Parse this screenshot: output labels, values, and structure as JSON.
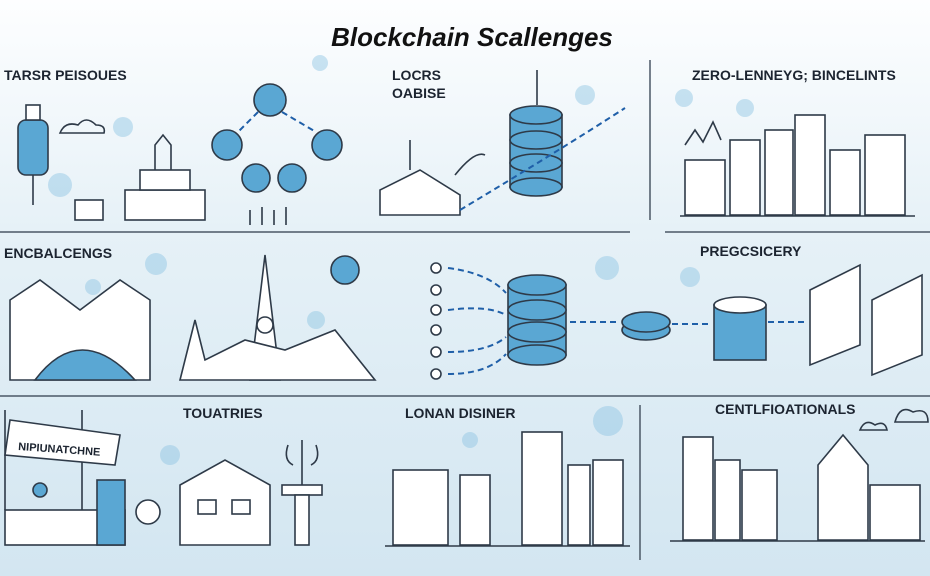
{
  "title": "Blockchain Scallenges",
  "panels": {
    "top_left": "TARSR PEISOUES",
    "top_middle_line1": "LOCRS",
    "top_middle_line2": "OABISE",
    "top_right": "ZERO-LENNEYG; BINCELINTS",
    "middle_left": "ENCBALCENGS",
    "middle_right": "PREGCSICERY",
    "bottom_left_banner": "NIPIUNATCHNE",
    "bottom_left": "TOUATRIES",
    "bottom_middle": "LONAN DISINER",
    "bottom_right": "CENTLFIOATIONALS"
  },
  "colors": {
    "accent": "#5aa7d3",
    "arrow": "#1f5fa8",
    "ink": "#2e3a48"
  }
}
